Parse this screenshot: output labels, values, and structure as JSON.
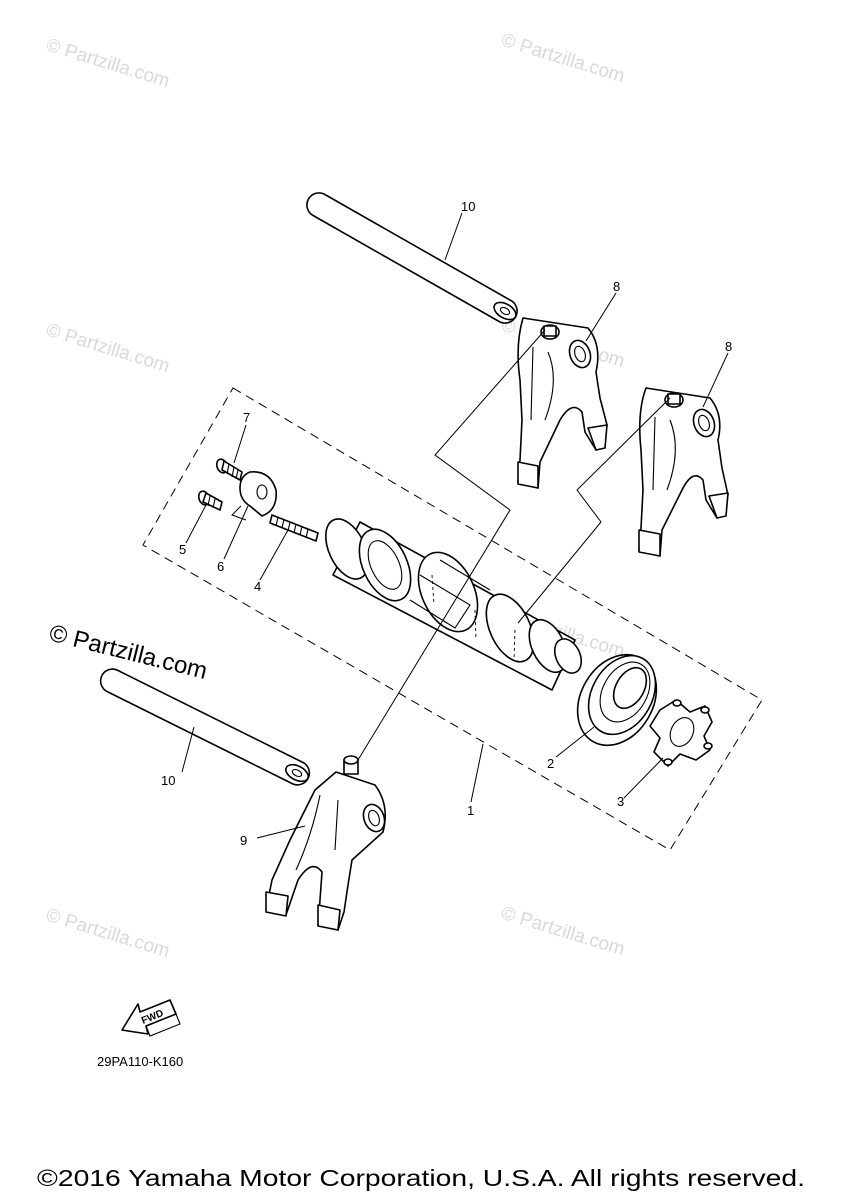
{
  "watermarks": {
    "small": "© Partzilla.com",
    "large": "© Partzilla.com"
  },
  "callouts": {
    "p1": "1",
    "p2": "2",
    "p3": "3",
    "p4": "4",
    "p5": "5",
    "p6": "6",
    "p7": "7",
    "p8a": "8",
    "p8b": "8",
    "p9": "9",
    "p10a": "10",
    "p10b": "10"
  },
  "fwd_label": "FWD",
  "diagram_code": "29PA110-K160",
  "copyright": "©2016 Yamaha Motor Corporation, U.S.A. All rights reserved.",
  "colors": {
    "line": "#000000",
    "watermark": "#d9d9d9",
    "background": "#ffffff"
  }
}
